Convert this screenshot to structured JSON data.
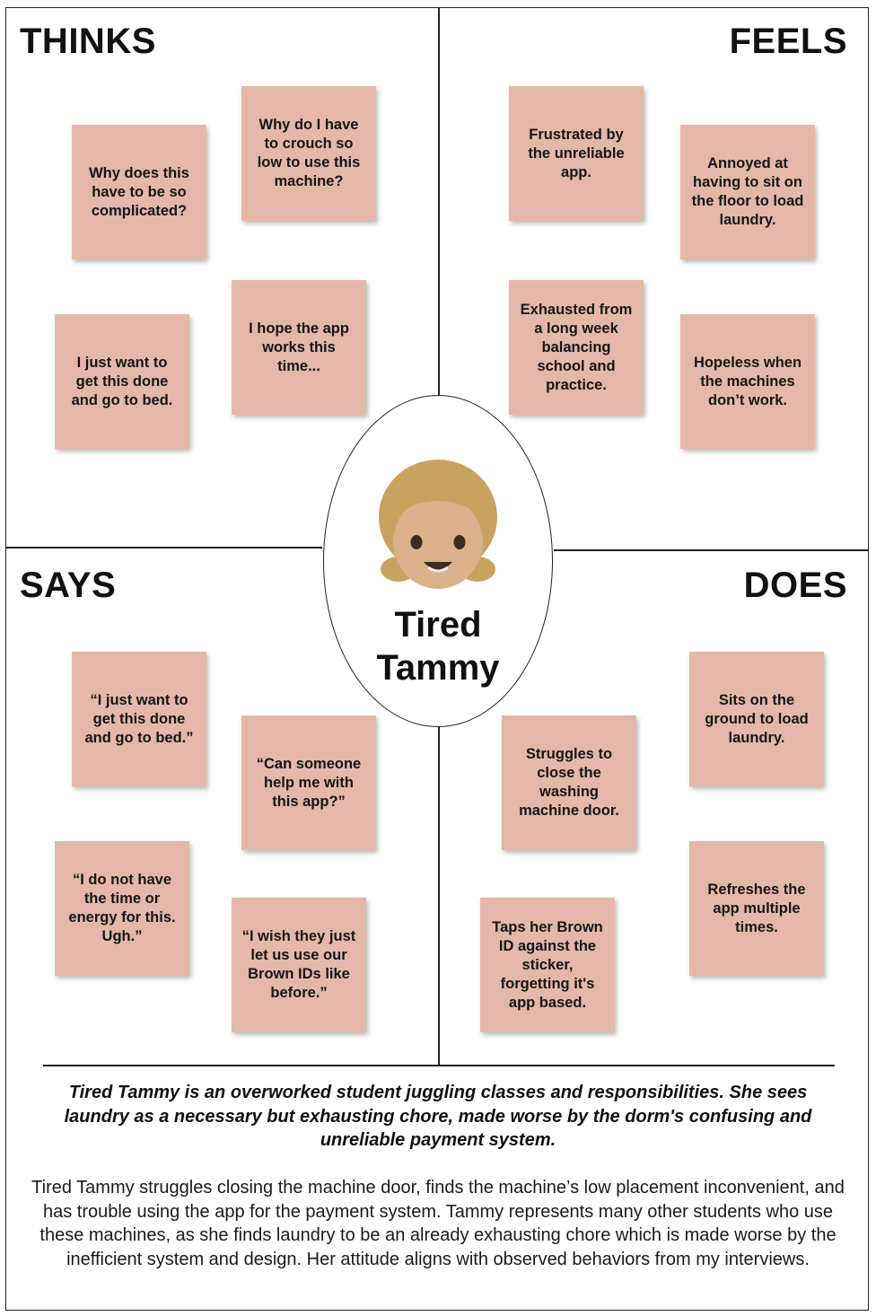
{
  "quadrants": {
    "thinks": {
      "title": "THINKS",
      "notes": [
        "Why does this have to be so complicated?",
        "Why do I have to crouch so low to use this machine?",
        "I just want to get this done and go to bed.",
        "I hope the app works this time..."
      ]
    },
    "feels": {
      "title": "FEELS",
      "notes": [
        "Frustrated by the unreliable app.",
        "Annoyed at having to sit on the floor to load laundry.",
        "Exhausted from a long week balancing school and practice.",
        "Hopeless when the machines don’t work."
      ]
    },
    "says": {
      "title": "SAYS",
      "notes": [
        "“I just want to get this done and go to bed.”",
        "“Can someone help me with this app?”",
        "“I do not have the time or energy for this. Ugh.”",
        "“I wish they just let us use our Brown IDs like before.”"
      ]
    },
    "does": {
      "title": "DOES",
      "notes": [
        "Sits on the ground to load laundry.",
        "Struggles to close the washing machine door.",
        "Refreshes the app multiple times.",
        "Taps her Brown ID against the sticker, forgetting it's app based."
      ]
    }
  },
  "persona": {
    "name": "Tired Tammy",
    "avatar_icon": "girl-face-icon"
  },
  "summary": "Tired Tammy is an overworked student juggling classes and responsibilities. She sees laundry as a necessary but exhausting chore, made worse by the dorm's confusing and unreliable payment system.",
  "description": "Tired Tammy struggles closing the machine door, finds the machine’s low placement inconvenient, and has trouble using the app for the payment system. Tammy represents many other students who use these machines, as she finds laundry to be an already exhausting chore which is made worse by the inefficient system and design. Her attitude aligns with observed behaviors from my interviews.",
  "colors": {
    "sticky_note": "#e4b8a8",
    "hair": "#c8a25f",
    "skin": "#d9b18a"
  }
}
